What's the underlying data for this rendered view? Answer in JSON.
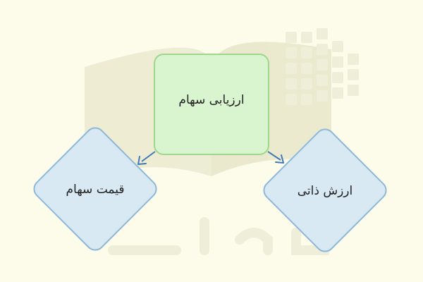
{
  "diagram": {
    "root": {
      "label": "ارزیابی سهام"
    },
    "children": [
      {
        "label": "قیمت سهام"
      },
      {
        "label": "ارزش ذاتی"
      }
    ],
    "edges": [
      {
        "from": "ارزیابی سهام",
        "to": "قیمت سهام"
      },
      {
        "from": "ارزیابی سهام",
        "to": "ارزش ذاتی"
      }
    ]
  },
  "watermark": {
    "text": "فرادرس",
    "logo": "faradars-logo"
  },
  "colors": {
    "background": "#fdfbea",
    "root_fill": "#d9f5d0",
    "root_border": "#9ed78c",
    "child_fill": "#d8e9f4",
    "child_border": "#8db8d8",
    "arrow": "#3f78b5"
  }
}
